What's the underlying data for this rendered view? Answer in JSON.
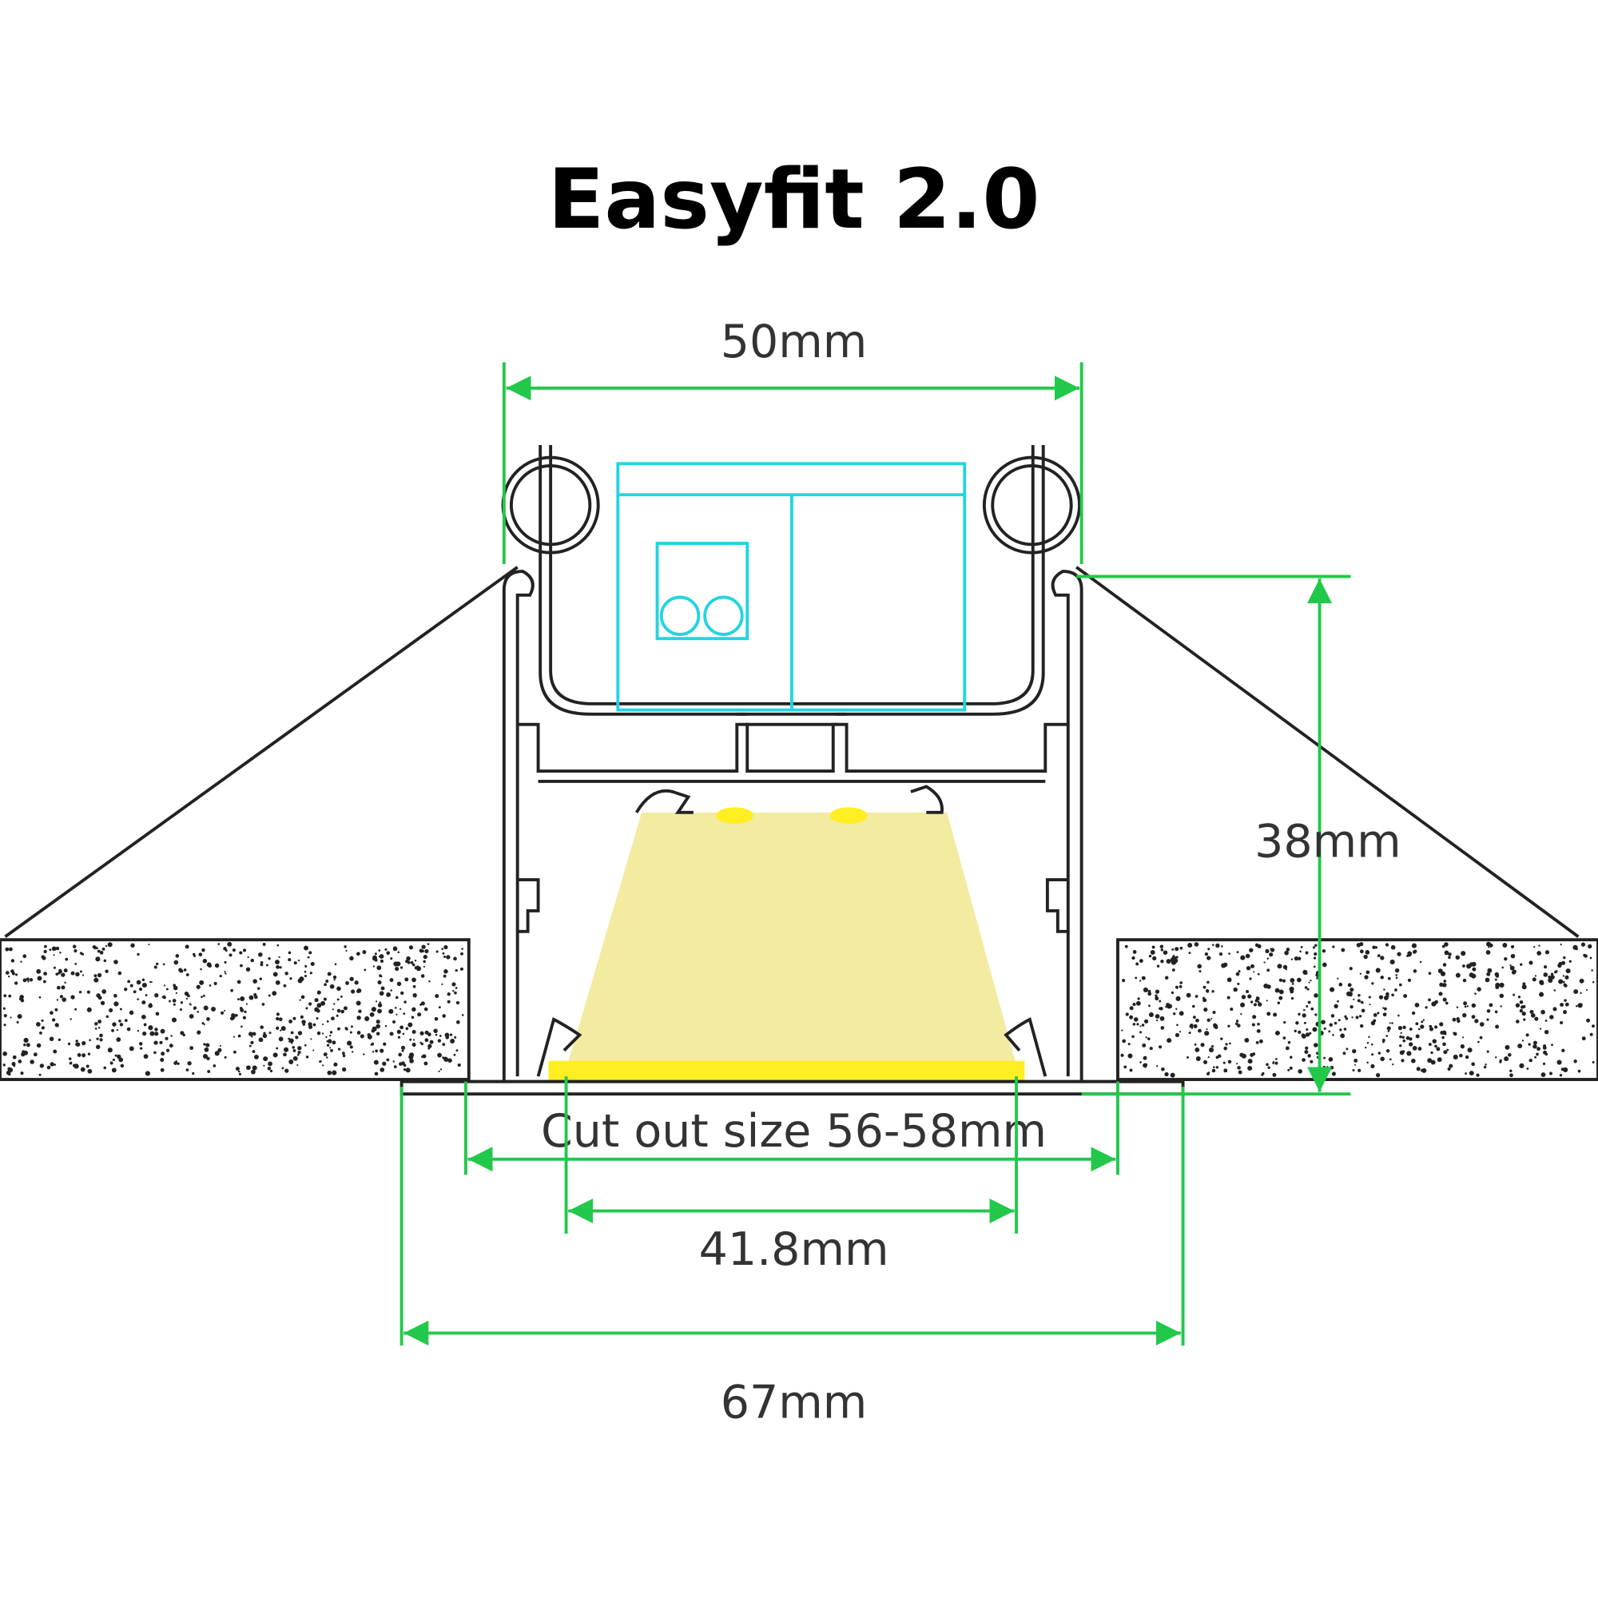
{
  "title": "Easyfit 2.0",
  "dimensions": {
    "top_width": "50mm",
    "height": "38mm",
    "cut_out": "Cut out size 56-58mm",
    "diffuser_width": "41.8mm",
    "flange_width": "67mm"
  },
  "colors": {
    "dimension_lines": "#22c84a",
    "driver_box": "#22d4e0",
    "light_beam": "#f3eba0",
    "diffuser": "#ffee22"
  }
}
